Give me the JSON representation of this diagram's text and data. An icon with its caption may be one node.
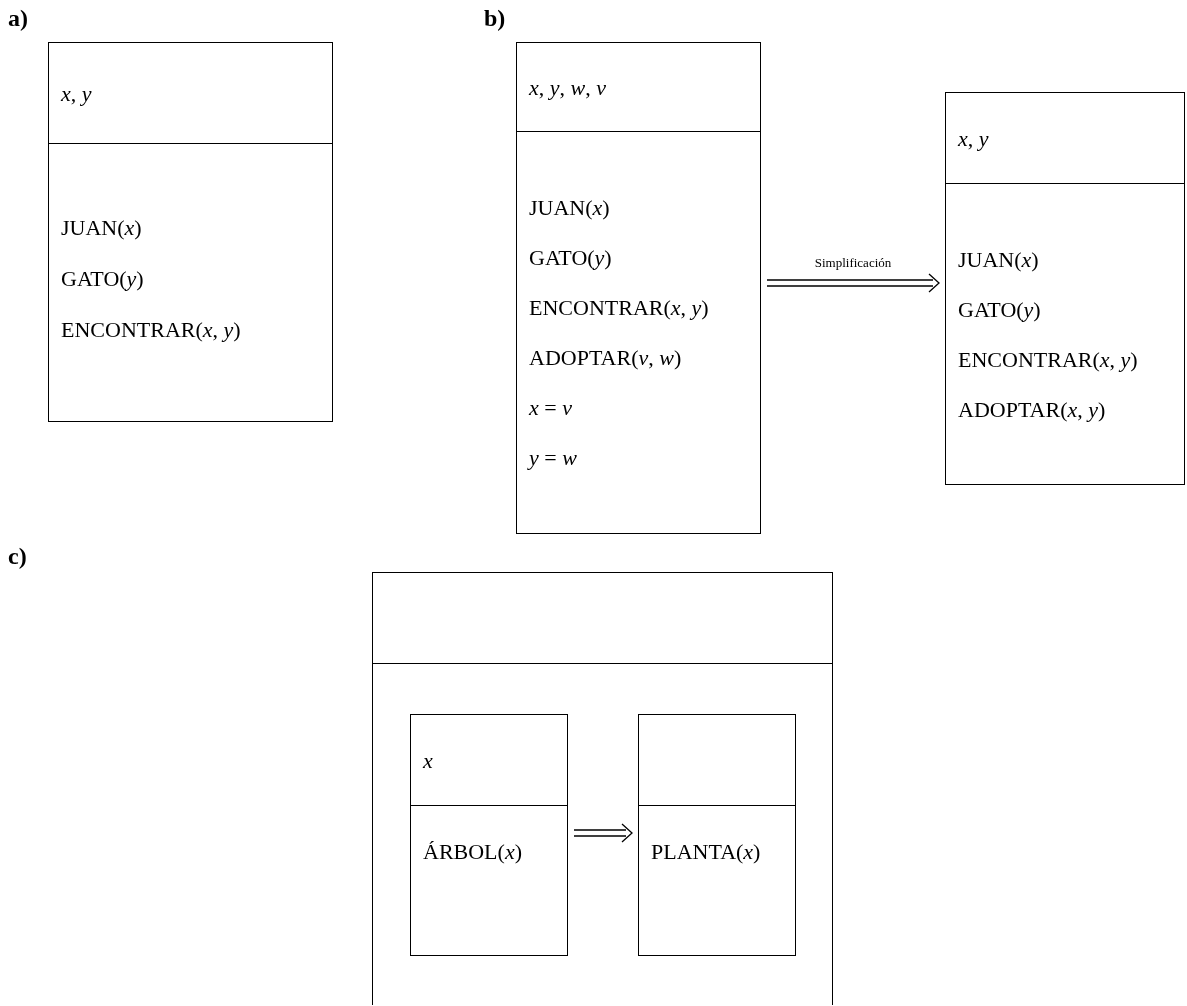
{
  "diagram": {
    "nodes": [
      {
        "text": [
          "*x*, *y*",
          "JUAN(*x*)",
          "GATO(*y*)",
          "ENCONTRAR(*x*, *y*)"
        ]
      },
      {
        "text": [
          "*x*, *y*, *w*, *v*",
          "JUAN(*x*)",
          "GATO(*y*)",
          "ENCONTRAR(*x*, *y*)",
          "ADOPTAR(*v*, *w*)",
          "*x* = *v*",
          "*y* = *w*"
        ]
      },
      {
        "text": [
          "*x*, *y*",
          "JUAN(*x*)",
          "GATO(*y*)",
          "ENCONTRAR(*x*, *y*)",
          "ADOPTAR(*x*, *y*)"
        ]
      },
      {
        "text": [],
        "shape": "box"
      },
      {
        "text": [
          "*x*",
          "ÁRBOL(*x*)"
        ],
        "in": 3
      },
      {
        "text": [
          "PLANTA(*x*)"
        ],
        "in": 3
      }
    ],
    "edges": [
      {
        "from": 1,
        "to": 2,
        "arrow": "to",
        "label": "Simplificación"
      },
      {
        "from": 4,
        "to": 5,
        "arrow": "to"
      }
    ],
    "labels": [
      "a)",
      "b)",
      "c)"
    ]
  }
}
